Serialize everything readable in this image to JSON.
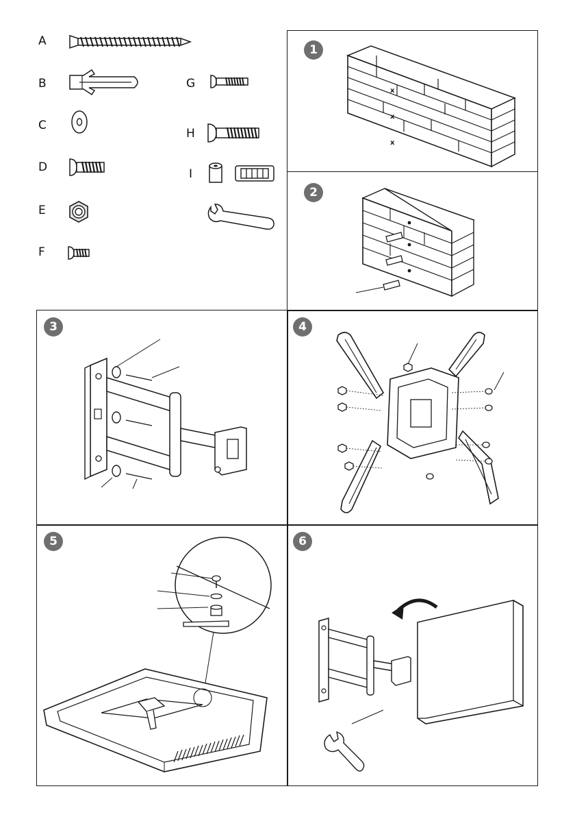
{
  "parts": {
    "a": "A",
    "b": "B",
    "c": "C",
    "d": "D",
    "e": "E",
    "f": "F",
    "g": "G",
    "h": "H",
    "i": "I"
  },
  "steps": {
    "s1": "1",
    "s2": "2",
    "s3": "3",
    "s4": "4",
    "s5": "5",
    "s6": "6"
  },
  "icons": {
    "screw_a": "long-wood-screw-icon",
    "anchor_b": "wall-anchor-icon",
    "washer_c": "washer-icon",
    "bolt_d": "bolt-icon",
    "nut_e": "lock-nut-icon",
    "bolt_f": "short-bolt-icon",
    "bolt_g": "machine-screw-icon",
    "bolt_h": "long-machine-screw-icon",
    "spacer_i": "spacer-icon",
    "wrench": "wrench-icon"
  },
  "colors": {
    "line": "#1a1a1a",
    "step_badge": "#6f6f6f",
    "background": "#ffffff"
  }
}
